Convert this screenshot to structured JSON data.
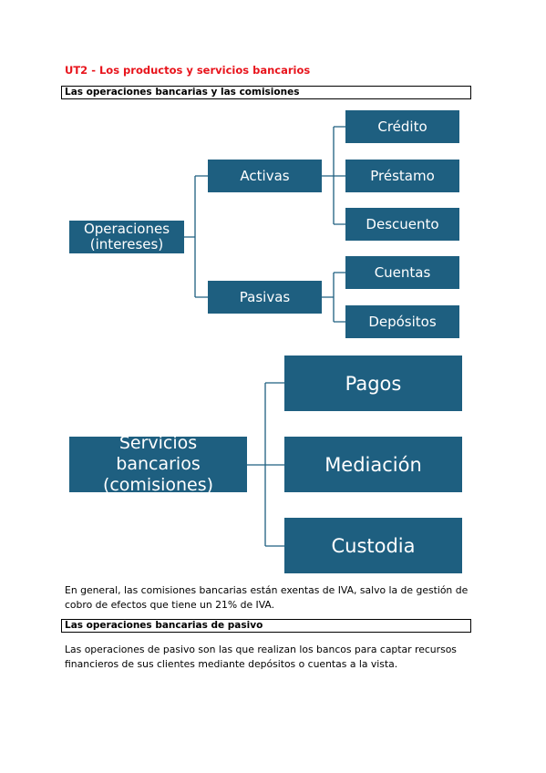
{
  "doc": {
    "title": "UT2 - Los productos y servicios bancarios",
    "section1": "Las operaciones bancarias y las comisiones",
    "diagram1": {
      "root": "Operaciones\n(intereses)",
      "activas": "Activas",
      "pasivas": "Pasivas",
      "credito": "Crédito",
      "prestamo": "Préstamo",
      "descuento": "Descuento",
      "cuentas": "Cuentas",
      "depositos": "Depósitos"
    },
    "diagram2": {
      "root": "Servicios\nbancarios\n(comisiones)",
      "pagos": "Pagos",
      "mediacion": "Mediación",
      "custodia": "Custodia"
    },
    "paragraph1": "En general, las comisiones bancarias están exentas de IVA, salvo la de gestión de cobro de efectos que tiene un 21% de IVA.",
    "section2": "Las operaciones bancarias de pasivo",
    "paragraph2": "Las operaciones de pasivo son las que realizan los bancos para captar recursos financieros de sus clientes mediante depósitos o cuentas a la vista."
  },
  "colors": {
    "node_fill": "#1e5f80",
    "title_red": "#e8141c"
  }
}
